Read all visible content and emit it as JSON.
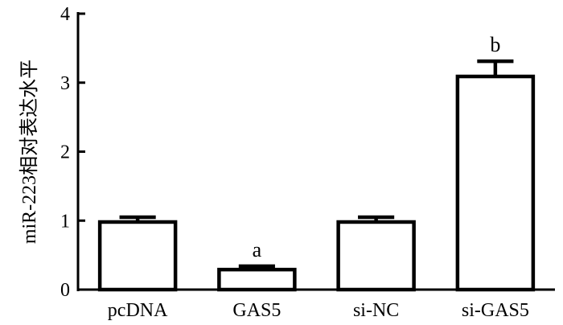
{
  "chart_data": {
    "type": "bar",
    "title": "",
    "xlabel": "",
    "ylabel": "miR-223相对表达水平",
    "ylim": [
      0,
      4
    ],
    "yticks": [
      0,
      1,
      2,
      3,
      4
    ],
    "grid": false,
    "legend": "none",
    "categories": [
      "pcDNA",
      "GAS5",
      "si-NC",
      "si-GAS5"
    ],
    "values": [
      0.98,
      0.29,
      0.98,
      3.09
    ],
    "errors": [
      0.07,
      0.05,
      0.07,
      0.22
    ],
    "annotations": [
      "",
      "a",
      "",
      "b"
    ],
    "colors": {
      "bar_fill": "#ffffff",
      "stroke": "#000000"
    }
  }
}
